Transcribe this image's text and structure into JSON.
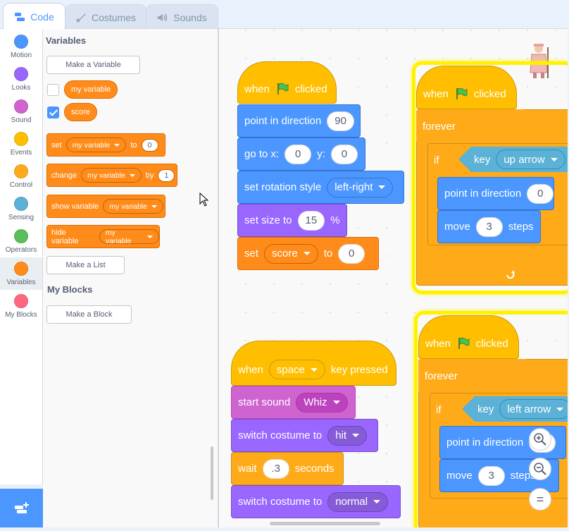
{
  "tabs": [
    {
      "label": "Code",
      "icon": "code-icon"
    },
    {
      "label": "Costumes",
      "icon": "brush-icon"
    },
    {
      "label": "Sounds",
      "icon": "speaker-icon"
    }
  ],
  "categories": [
    {
      "label": "Motion",
      "color": "#4c97ff"
    },
    {
      "label": "Looks",
      "color": "#9966ff"
    },
    {
      "label": "Sound",
      "color": "#cf63cf"
    },
    {
      "label": "Events",
      "color": "#ffbf00"
    },
    {
      "label": "Control",
      "color": "#ffab19"
    },
    {
      "label": "Sensing",
      "color": "#5cb1d6"
    },
    {
      "label": "Operators",
      "color": "#59c059"
    },
    {
      "label": "Variables",
      "color": "#ff8c1a"
    },
    {
      "label": "My Blocks",
      "color": "#ff6680"
    }
  ],
  "palette": {
    "variables_heading": "Variables",
    "make_variable": "Make a Variable",
    "var1": "my variable",
    "var2": "score",
    "set_label": "set",
    "set_var": "my variable",
    "set_to": "to",
    "set_value": "0",
    "change_label": "change",
    "change_var": "my variable",
    "change_by": "by",
    "change_value": "1",
    "show_label": "show variable",
    "show_var": "my variable",
    "hide_label": "hide variable",
    "hide_var": "my variable",
    "make_list": "Make a List",
    "myblocks_heading": "My Blocks",
    "make_block": "Make a Block"
  },
  "script1": {
    "hat_when": "when",
    "hat_clicked": "clicked",
    "point_label": "point in direction",
    "point_value": "90",
    "goto_label": "go to x:",
    "goto_x": "0",
    "goto_y_label": "y:",
    "goto_y": "0",
    "rot_label": "set rotation style",
    "rot_value": "left-right",
    "size_label": "set size to",
    "size_value": "15",
    "size_pct": "%",
    "set_label": "set",
    "set_var": "score",
    "set_to": "to",
    "set_value": "0"
  },
  "script2": {
    "hat_when": "when",
    "hat_clicked": "clicked",
    "forever": "forever",
    "if": "if",
    "key": "key",
    "key_value": "up arrow",
    "point_label": "point in direction",
    "point_value": "0",
    "move_label": "move",
    "move_value": "3",
    "move_steps": "steps"
  },
  "script3": {
    "when": "when",
    "key_value": "space",
    "key_pressed": "key pressed",
    "sound_label": "start sound",
    "sound_value": "Whiz",
    "costume_label": "switch costume to",
    "costume_value": "hit",
    "wait_label": "wait",
    "wait_value": ".3",
    "wait_unit": "seconds",
    "costume2_label": "switch costume to",
    "costume2_value": "normal"
  },
  "script4": {
    "hat_when": "when",
    "hat_clicked": "clicked",
    "forever": "forever",
    "if": "if",
    "key": "key",
    "key_value": "left arrow",
    "point_label": "point in direction",
    "point_value": "0",
    "move_label": "move",
    "move_value": "3",
    "move_steps": "steps"
  },
  "zoom": {
    "zoom_in": "zoom-in-icon",
    "zoom_out": "zoom-out-icon",
    "reset": "="
  }
}
